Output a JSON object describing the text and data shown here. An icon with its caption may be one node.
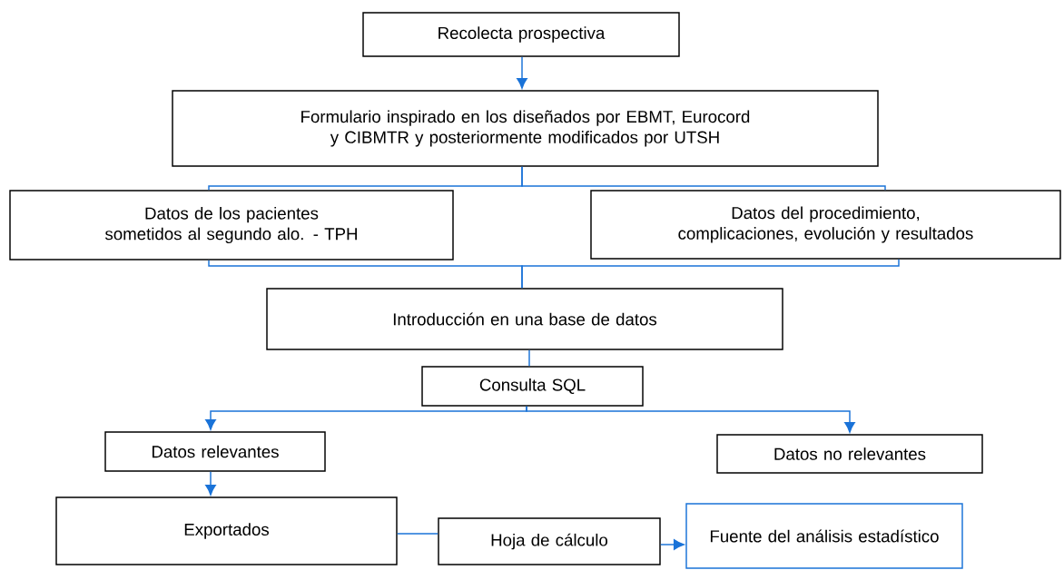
{
  "diagram": {
    "nodes": [
      {
        "text": [
          "Recolecta prospectiva"
        ]
      },
      {
        "text": [
          "Formulario inspirado en los diseñados por EBMT, Eurocord y CIBMTR y posteriormente modificados por UTSH"
        ]
      },
      {
        "text": [
          "Datos de los pacientes sometidos al segundo alo. - TPH"
        ]
      },
      {
        "text": [
          "Datos del procedimiento, complicaciones, evolución y resultados"
        ]
      },
      {
        "text": [
          "Introducción en una base de datos"
        ]
      },
      {
        "text": [
          "Consulta SQL"
        ]
      },
      {
        "text": [
          "Datos relevantes"
        ]
      },
      {
        "text": [
          "Datos no relevantes"
        ]
      },
      {
        "text": [
          "Exportados"
        ]
      },
      {
        "text": [
          "Hoja de cálculo"
        ]
      },
      {
        "text": [
          "Fuente del análisis estadístico"
        ]
      }
    ],
    "edges": [
      {
        "from": 0,
        "to": 1,
        "arrow": "to"
      },
      {
        "from": 1,
        "to": 2,
        "arrow": "none"
      },
      {
        "from": 1,
        "to": 3,
        "arrow": "none"
      },
      {
        "from": 2,
        "to": 4,
        "arrow": "none"
      },
      {
        "from": 3,
        "to": 4,
        "arrow": "none"
      },
      {
        "from": 4,
        "to": 5,
        "arrow": "none"
      },
      {
        "from": 5,
        "to": 6,
        "arrow": "to"
      },
      {
        "from": 5,
        "to": 7,
        "arrow": "to"
      },
      {
        "from": 6,
        "to": 8,
        "arrow": "to"
      },
      {
        "from": 8,
        "to": 9,
        "arrow": "none"
      },
      {
        "from": 9,
        "to": 10,
        "arrow": "to"
      }
    ]
  }
}
